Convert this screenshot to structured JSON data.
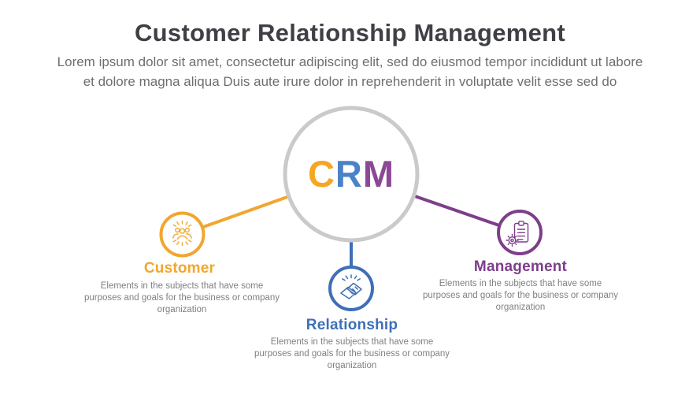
{
  "header": {
    "title": "Customer Relationship Management",
    "subtitle": [
      "Lorem ipsum dolor sit amet, consectetur adipiscing elit, sed do eiusmod tempor incididunt ut labore",
      "et dolore magna aliqua Duis aute irure dolor in reprehenderit in voluptate velit esse sed do"
    ]
  },
  "center": {
    "c": "C",
    "r": "R",
    "m": "M"
  },
  "nodes": [
    {
      "id": "customer",
      "label": "Customer",
      "description": "Elements in the subjects that have some purposes and goals for the business or company organization",
      "icon": "people-icon",
      "color": "#F1A62F"
    },
    {
      "id": "relationship",
      "label": "Relationship",
      "description": "Elements in the subjects that have some purposes and goals for the business or company organization",
      "icon": "handshake-icon",
      "color": "#3E6FB8"
    },
    {
      "id": "management",
      "label": "Management",
      "description": "Elements in the subjects that have some purposes and goals for the business or company organization",
      "icon": "clipboard-gear-icon",
      "color": "#7D3E8A"
    }
  ],
  "colors": {
    "yellow": "#F1A62F",
    "blue": "#3E6FB8",
    "purple": "#7D3E8A",
    "circle_gray": "#CACACA",
    "crm_c": "#F5A623",
    "crm_r": "#4A82C8",
    "crm_m": "#8C4897",
    "title_text": "#3E4045",
    "subtitle_text": "#6D6E72",
    "description_text": "#7F8083",
    "background": "#FFFFFF"
  }
}
